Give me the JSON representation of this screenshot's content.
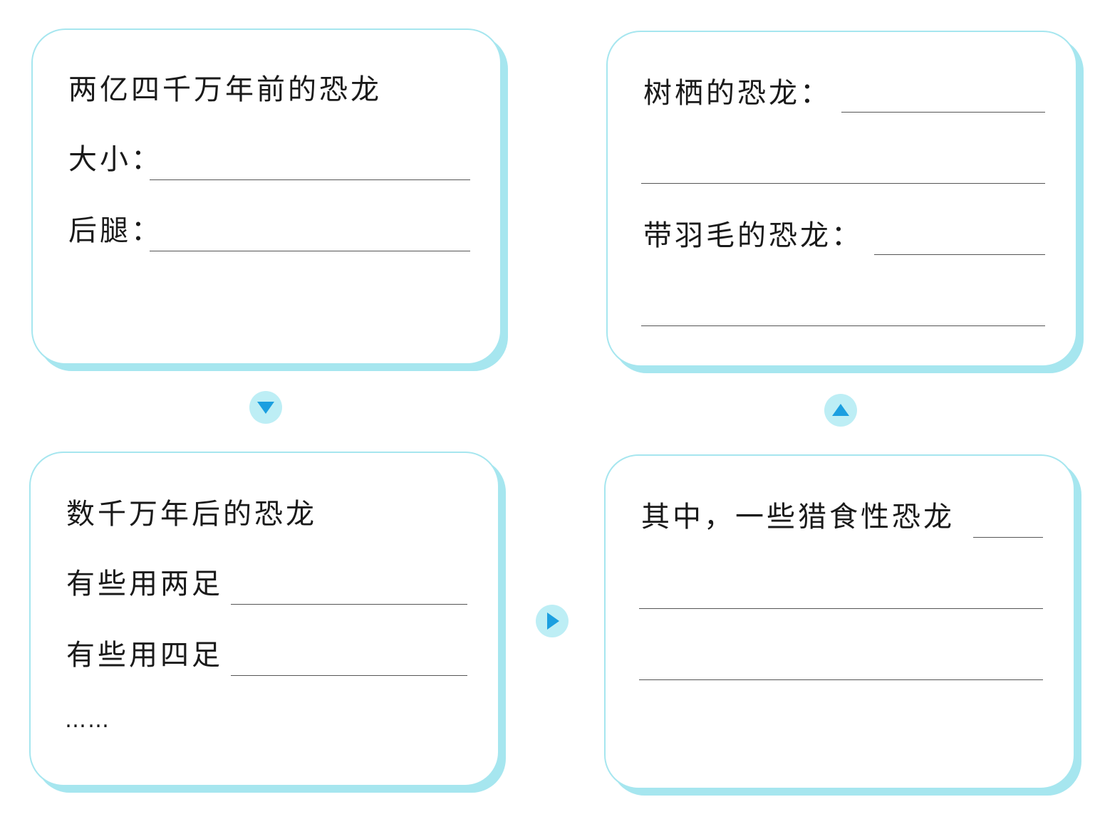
{
  "top_left": {
    "title": "两亿四千万年前的恐龙",
    "size_label": "大小：",
    "hindleg_label": "后腿："
  },
  "top_right": {
    "arboreal_label": "树栖的恐龙：",
    "feathered_label": "带羽毛的恐龙："
  },
  "bottom_left": {
    "title": "数千万年后的恐龙",
    "two_legs_label": "有些用两足",
    "four_legs_label": "有些用四足",
    "ellipsis": "……"
  },
  "bottom_right": {
    "predator_label": "其中，一些猎食性恐龙"
  },
  "colors": {
    "card_border": "#a6e6ef",
    "arrow_circle": "#bdeef5",
    "arrow_triangle": "#1b9fe0"
  },
  "icons": [
    "arrow-down-icon",
    "arrow-up-icon",
    "arrow-right-icon"
  ]
}
